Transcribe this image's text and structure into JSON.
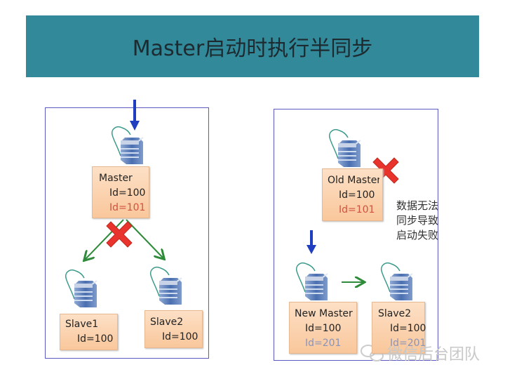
{
  "title": "Master启动时执行半同步",
  "left": {
    "master": {
      "name": "Master",
      "id1": "Id=100",
      "id2": "Id=101"
    },
    "slave1": {
      "name": "Slave1",
      "id1": "Id=100"
    },
    "slave2": {
      "name": "Slave2",
      "id1": "Id=100"
    }
  },
  "right": {
    "old_master": {
      "name": "Old Master",
      "id1": "Id=100",
      "id2": "Id=101"
    },
    "new_master": {
      "name": "New Master",
      "id1": "Id=100",
      "id2": "Id=201"
    },
    "slave2": {
      "name": "Slave2",
      "id1": "Id=100",
      "id2": "Id=201"
    },
    "note": "数据无法同步导致启动失败"
  },
  "watermark": "微信后台团队",
  "colors": {
    "banner": "#31899a",
    "failure_x": "#e8342c",
    "arrow_blue": "#1f3fc0",
    "arrow_green": "#2e8b3a",
    "node_fill": "#fbd2ae"
  }
}
